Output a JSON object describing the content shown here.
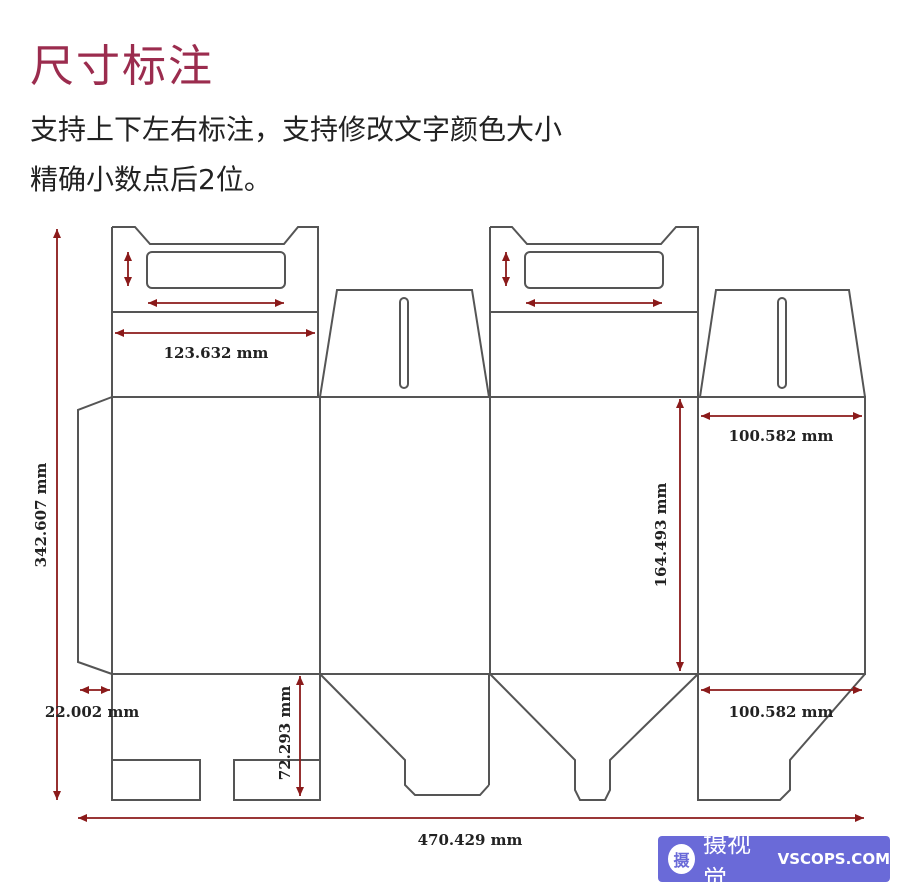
{
  "header": {
    "title": "尺寸标注",
    "line1": "支持上下左右标注，支持修改文字颜色大小",
    "line2": "精确小数点后2位。"
  },
  "dimensions": {
    "total_height": "342.607 mm",
    "top_width": "123.632 mm",
    "right_top_width": "100.582 mm",
    "right_bottom_width": "100.582 mm",
    "panel_height": "164.493 mm",
    "glue_flap": "22.002 mm",
    "bottom_flap": "72.293 mm",
    "total_width": "470.429 mm"
  },
  "watermark": {
    "icon": "摄",
    "name": "摄视觉",
    "url": "VSCOPS.COM"
  },
  "colors": {
    "title": "#9b2c4e",
    "line": "#555555",
    "arrow": "#8b1a1a",
    "watermark_bg": "#6a6ad8"
  }
}
